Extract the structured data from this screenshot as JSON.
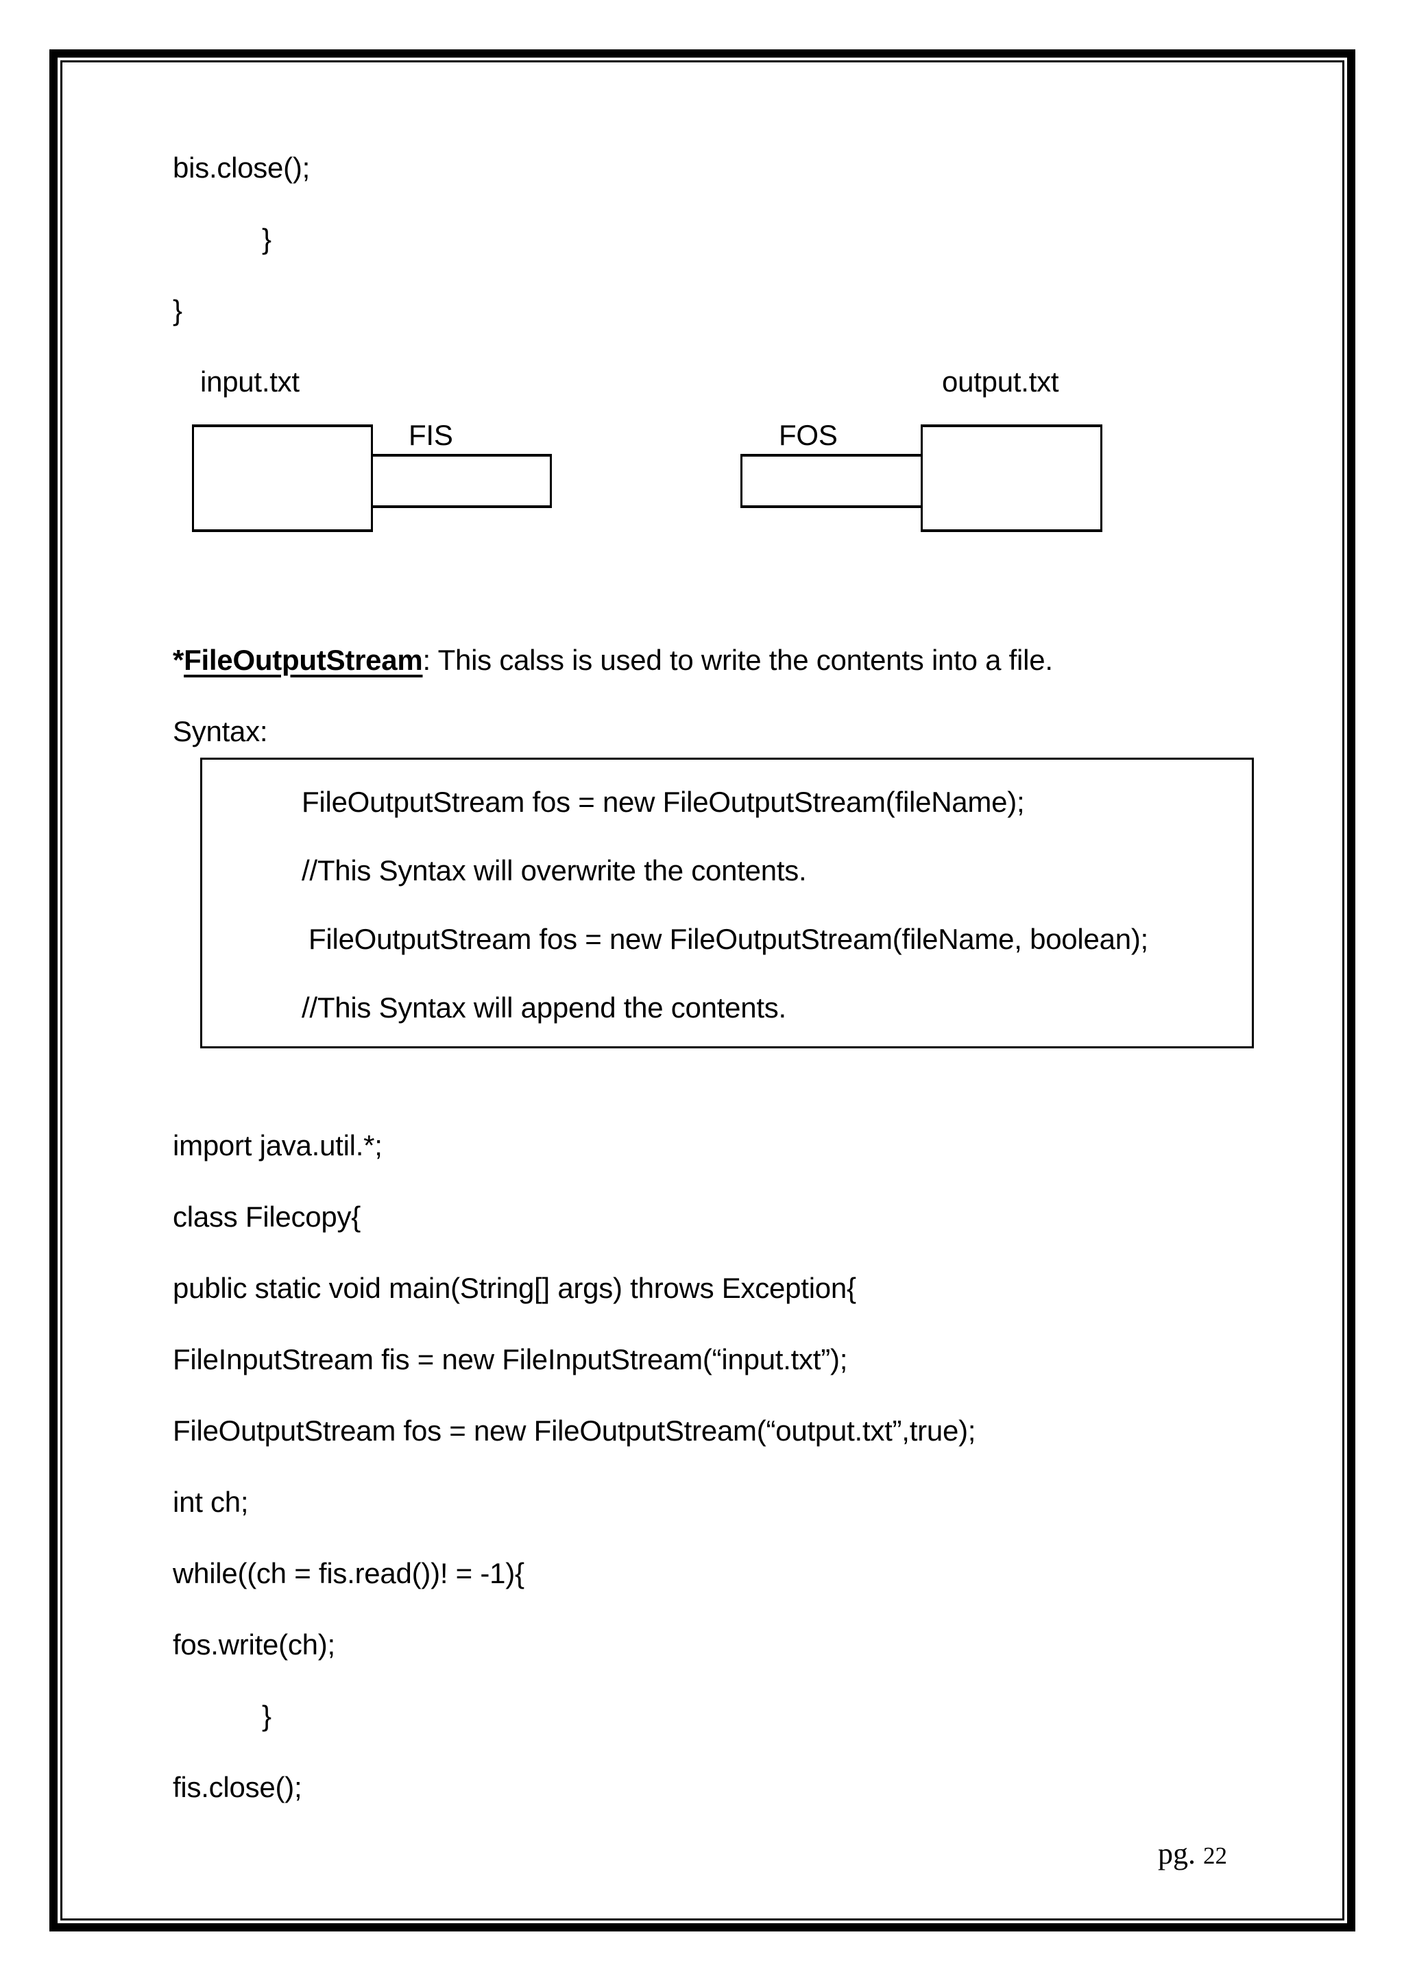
{
  "pre_code": {
    "lines": [
      "bis.close();",
      "}",
      "}"
    ]
  },
  "diagram": {
    "input_label": "input.txt",
    "output_label": "output.txt",
    "fis_label": "FIS",
    "fos_label": "FOS"
  },
  "section": {
    "star": "*",
    "term": "FileOutputStream",
    "description": ": This calss is used to write the contents into a file.",
    "syntax_label": "Syntax:",
    "syntax_lines": [
      "FileOutputStream fos = new FileOutputStream(fileName);",
      "//This Syntax will overwrite the contents.",
      "FileOutputStream fos = new FileOutputStream(fileName, boolean);",
      "//This Syntax will append the contents."
    ]
  },
  "code": {
    "lines": [
      "import java.util.*;",
      "class Filecopy{",
      "public static void main(String[] args) throws Exception{",
      "FileInputStream fis = new FileInputStream(“input.txt”);",
      "FileOutputStream fos = new FileOutputStream(“output.txt”,true);",
      "int ch;",
      "while((ch = fis.read())! = -1){",
      "fos.write(ch);",
      "}",
      "fis.close();"
    ]
  },
  "footer": {
    "prefix": "pg. ",
    "page_number": "22"
  }
}
